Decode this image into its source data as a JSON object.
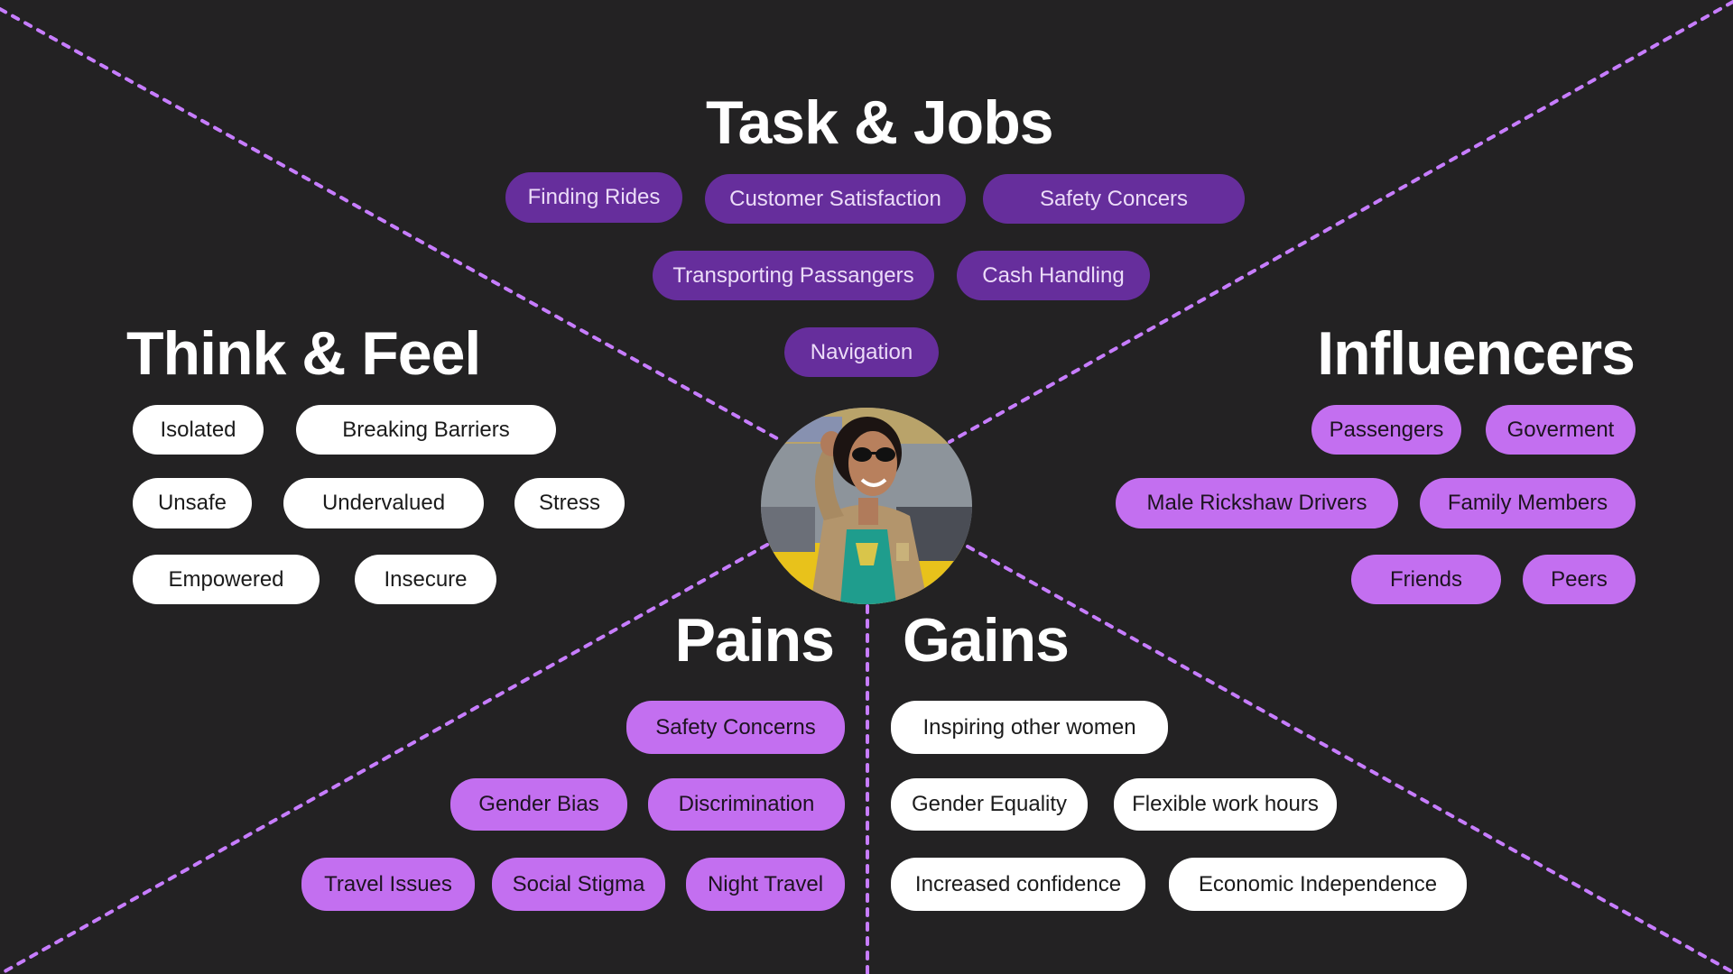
{
  "colors": {
    "background": "#232223",
    "divider_line": "#c77dff",
    "task_pill": "#662e9c",
    "influencer_pill": "#c36ff0",
    "white_pill": "#ffffff"
  },
  "task_jobs": {
    "title": "Task & Jobs",
    "items": [
      "Finding Rides",
      "Customer Satisfaction",
      "Safety Concers",
      "Transporting Passangers",
      "Cash Handling",
      "Navigation"
    ]
  },
  "think_feel": {
    "title": "Think & Feel",
    "items": [
      "Isolated",
      "Breaking Barriers",
      "Unsafe",
      "Undervalued",
      "Stress",
      "Empowered",
      "Insecure"
    ]
  },
  "influencers": {
    "title": "Influencers",
    "items": [
      "Passengers",
      "Goverment",
      "Male Rickshaw Drivers",
      "Family Members",
      "Friends",
      "Peers"
    ]
  },
  "pains": {
    "title": "Pains",
    "items": [
      "Safety Concerns",
      "Gender Bias",
      "Discrimination",
      "Travel Issues",
      "Social Stigma",
      "Night Travel"
    ]
  },
  "gains": {
    "title": "Gains",
    "items": [
      "Inspiring other women",
      "Gender Equality",
      "Flexible work hours",
      "Increased confidence",
      "Economic Independence"
    ]
  },
  "persona_image": "woman-rickshaw-driver-photo"
}
